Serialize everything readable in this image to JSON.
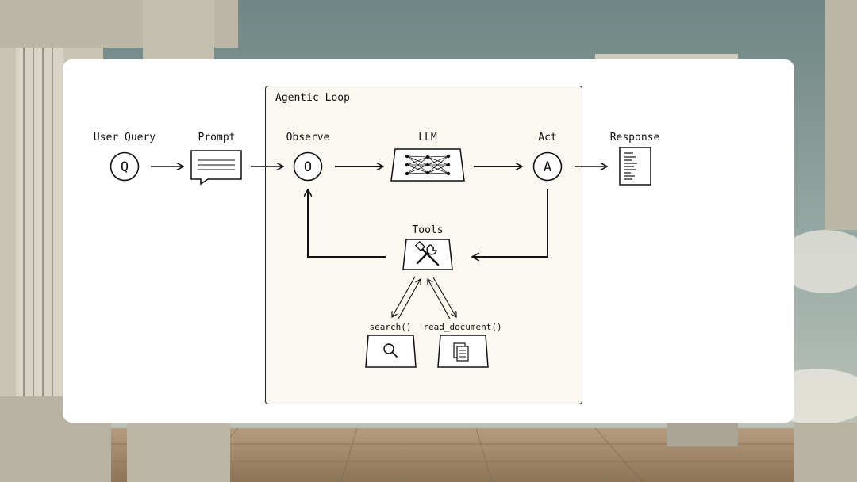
{
  "diagram": {
    "loop_title": "Agentic Loop",
    "nodes": {
      "user_query": {
        "label": "User Query",
        "letter": "Q"
      },
      "prompt": {
        "label": "Prompt"
      },
      "observe": {
        "label": "Observe",
        "letter": "O"
      },
      "llm": {
        "label": "LLM"
      },
      "act": {
        "label": "Act",
        "letter": "A"
      },
      "response": {
        "label": "Response"
      },
      "tools": {
        "label": "Tools"
      },
      "search": {
        "label": "search()"
      },
      "read_document": {
        "label": "read_document()"
      }
    }
  },
  "colors": {
    "card": "#ffffff",
    "loop_fill": "#faf8f1",
    "stroke": "#111111",
    "sky": "#8fa3a0",
    "stone": "#c9c4b4"
  }
}
